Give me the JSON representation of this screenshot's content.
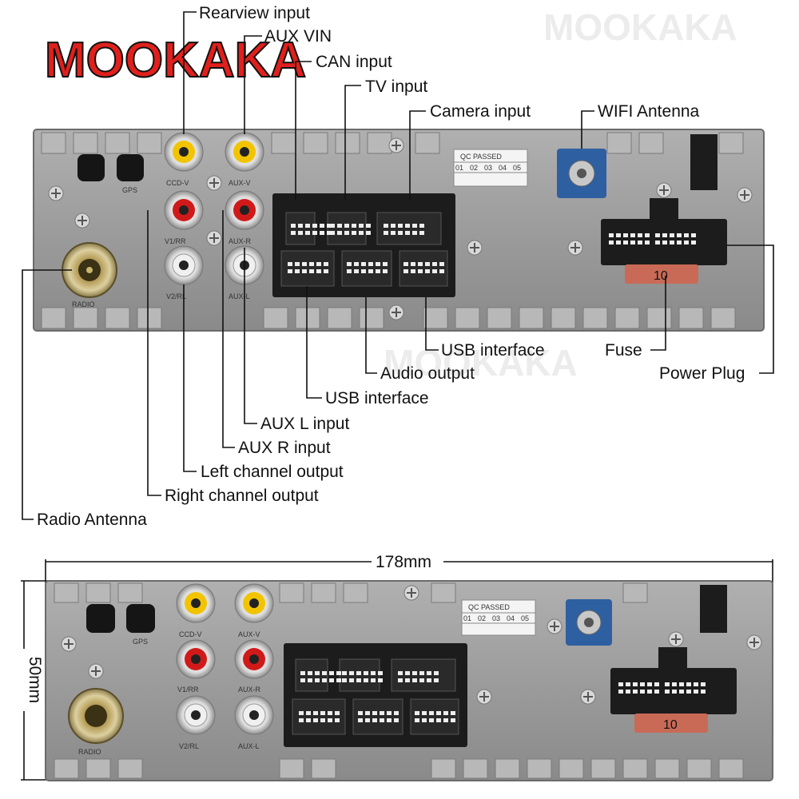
{
  "brand": {
    "name": "MOOKAKA",
    "color": "#e0201c"
  },
  "colors": {
    "panel": "#9d9d9d",
    "panel_dark": "#7d7d7d",
    "connector": "#1c1c1c",
    "fuse": "#c96a56",
    "wifi": "#2e5fa0",
    "rca_yellow": "#f2c400",
    "rca_red": "#d01a1a",
    "rca_white": "#f0f0f0"
  },
  "labels": {
    "rearview_input": "Rearview input",
    "aux_vin": "AUX VIN",
    "can_input": "CAN input",
    "tv_input": "TV input",
    "camera_input": "Camera input",
    "wifi_antenna": "WIFI Antenna",
    "usb_interface_right": "USB interface",
    "fuse": "Fuse",
    "audio_output": "Audio output",
    "power_plug": "Power Plug",
    "usb_interface_left": "USB interface",
    "aux_l_input": "AUX L input",
    "aux_r_input": "AUX R input",
    "left_channel_output": "Left channel output",
    "right_channel_output": "Right channel output",
    "radio_antenna": "Radio Antenna"
  },
  "panel_text": {
    "ccd_v": "CCD-V",
    "aux_v": "AUX-V",
    "v1_rr": "V1/RR",
    "aux_r": "AUX-R",
    "v2_rl": "V2/RL",
    "aux_l": "AUX-L",
    "gps": "GPS",
    "radio": "RADIO",
    "qc_passed": "QC PASSED",
    "qc_cells": [
      "01",
      "02",
      "03",
      "04",
      "05"
    ],
    "fuse_value": "10"
  },
  "dimensions": {
    "width": "178mm",
    "height": "50mm"
  }
}
